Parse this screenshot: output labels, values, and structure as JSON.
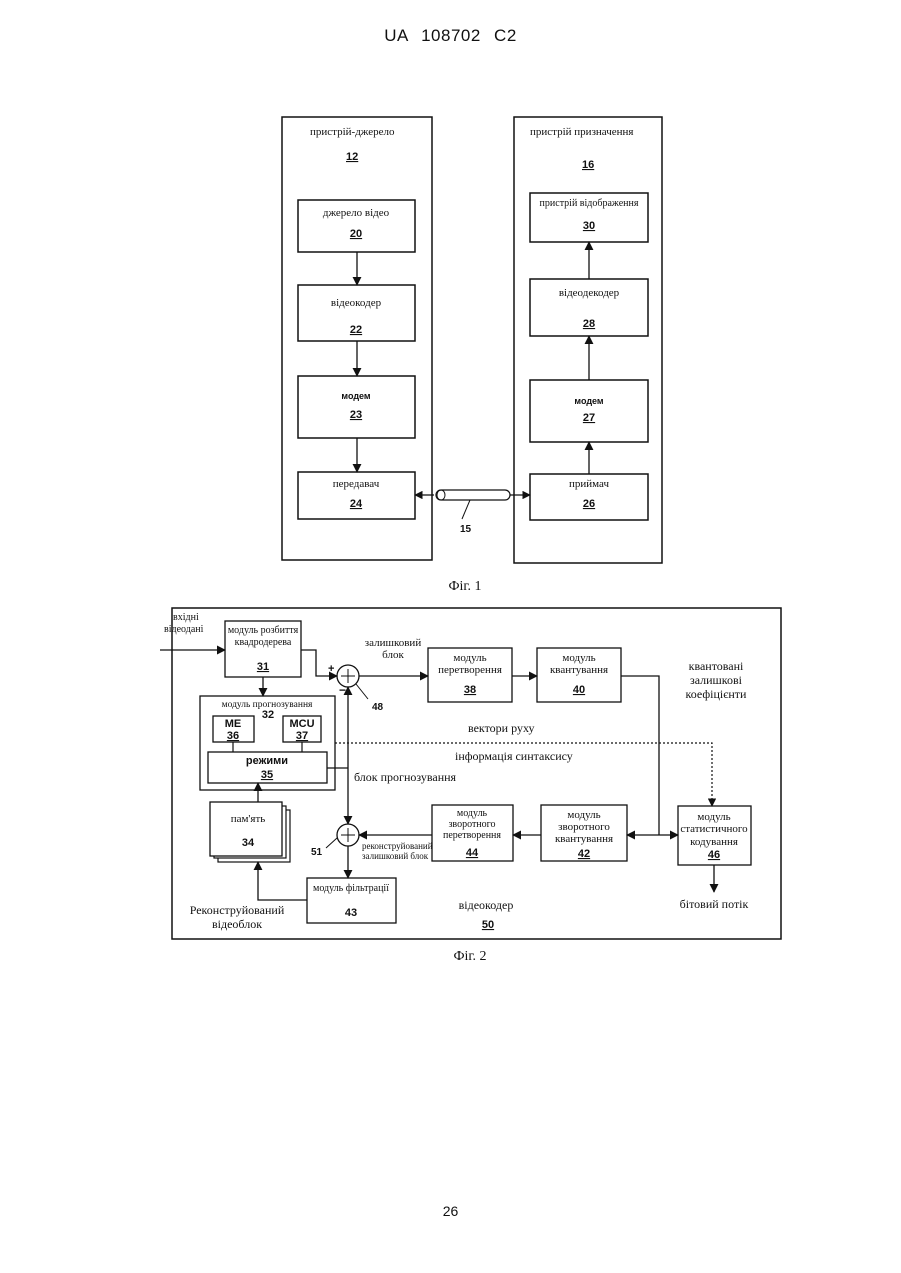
{
  "header": "UA   108702   C2",
  "page_number": "26",
  "fig1": {
    "caption": "Фіг. 1",
    "source": {
      "label": "пристрій-джерело",
      "num": "12"
    },
    "dest": {
      "label": "пристрій призначення",
      "num": "16"
    },
    "video_source": {
      "label": "джерело відео",
      "num": "20"
    },
    "video_encoder": {
      "label": "відеокодер",
      "num": "22"
    },
    "modem_tx": {
      "label": "модем",
      "num": "23"
    },
    "transmitter": {
      "label": "передавач",
      "num": "24"
    },
    "display": {
      "label": "пристрій відображення",
      "num": "30"
    },
    "video_decoder": {
      "label": "відеодекодер",
      "num": "28"
    },
    "modem_rx": {
      "label": "модем",
      "num": "27"
    },
    "receiver": {
      "label": "приймач",
      "num": "26"
    },
    "channel": "15"
  },
  "fig2": {
    "caption": "Фіг. 2",
    "input": [
      "вхідні",
      "відеодані"
    ],
    "partition": {
      "lines": [
        "модуль розбиття",
        "квадродерева"
      ],
      "num": "31"
    },
    "prediction": {
      "label": "модуль прогнозування",
      "num": "32"
    },
    "me": {
      "label": "ME",
      "num": "36"
    },
    "mcu": {
      "label": "MCU",
      "num": "37"
    },
    "modes": {
      "label": "режими",
      "num": "35"
    },
    "memory": {
      "label": "пам'ять",
      "num": "34"
    },
    "filter": {
      "label": "модуль фільтрації",
      "num": "43"
    },
    "transform": {
      "lines": [
        "модуль",
        "перетворення"
      ],
      "num": "38"
    },
    "quant": {
      "lines": [
        "модуль",
        "квантування"
      ],
      "num": "40"
    },
    "inv_transform": {
      "lines": [
        "модуль",
        "зворотного",
        "перетворення"
      ],
      "num": "44"
    },
    "inv_quant": {
      "lines": [
        "модуль",
        "зворотного",
        "квантування"
      ],
      "num": "42"
    },
    "entropy": {
      "lines": [
        "модуль",
        "статистичного",
        "кодування"
      ],
      "num": "46"
    },
    "residual_block": [
      "залишковий",
      "блок"
    ],
    "quant_coeffs": [
      "квантовані",
      "залишкові",
      "коефіцієнти"
    ],
    "motion_vectors": "вектори руху",
    "syntax_info": "інформація синтаксису",
    "pred_block": "блок прогнозування",
    "recon_residual": [
      "реконструйований",
      "залишковий блок"
    ],
    "recon_video_block": [
      "Реконструйований",
      "відеоблок"
    ],
    "encoder": {
      "label": "відеокодер",
      "num": "50"
    },
    "bitstream": "бітовий потік",
    "sum1": {
      "num": "48",
      "plus": "+",
      "minus": "−"
    },
    "sum2": {
      "num": "51"
    }
  }
}
